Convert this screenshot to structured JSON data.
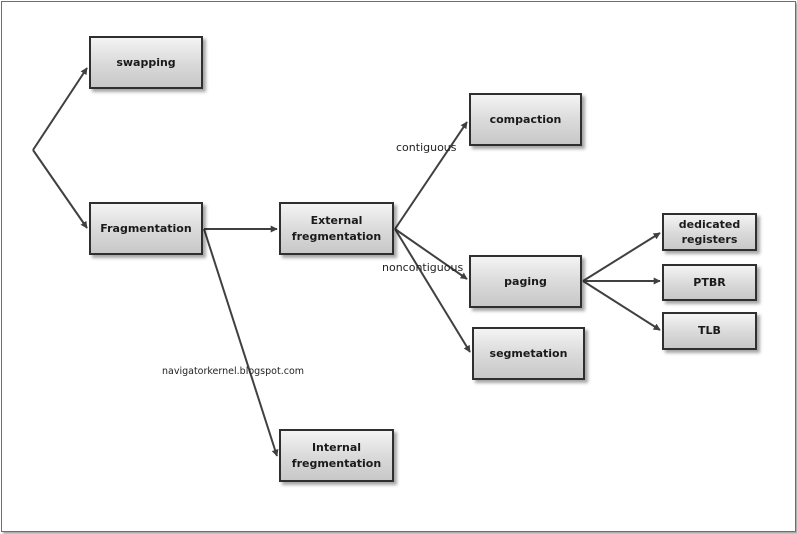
{
  "nodes": {
    "swapping": "swapping",
    "fragmentation": "Fragmentation",
    "external": "External\nfregmentation",
    "internal": "Internal\nfregmentation",
    "compaction": "compaction",
    "paging": "paging",
    "segmetation": "segmetation",
    "dedicated": "dedicated\nregisters",
    "ptbr": "PTBR",
    "tlb": "TLB"
  },
  "edge_labels": {
    "contiguous": "contiguous",
    "noncontiguous": "noncontiguous"
  },
  "watermark": "navigatorkernel.blogspot.com",
  "colors": {
    "box_border": "#2f2f2f",
    "box_fill_top": "#f4f4f4",
    "box_fill_bottom": "#c8c8c8",
    "arrow": "#404040"
  }
}
